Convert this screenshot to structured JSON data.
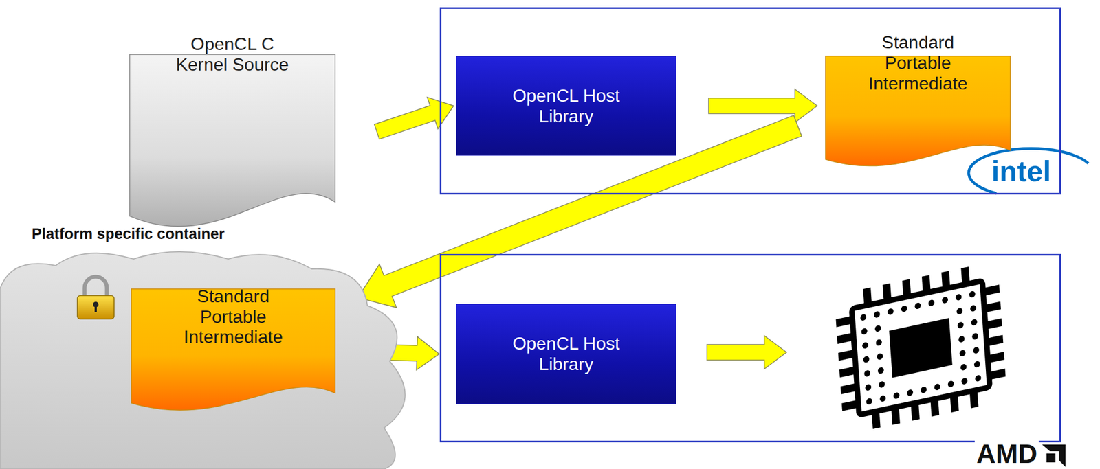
{
  "diagram": {
    "nodes": [
      {
        "text": [
          "OpenCL C Kernel Source"
        ]
      },
      {
        "text": [
          "intel"
        ]
      },
      {
        "text": [
          "OpenCL Host Library"
        ],
        "in": 1
      },
      {
        "text": [
          "Standard Portable Intermediate"
        ],
        "in": 1
      },
      {
        "text": [
          "Platform specific container"
        ]
      },
      {
        "text": [
          "Standard Portable Intermediate"
        ],
        "in": 4
      },
      {
        "text": [
          "AMD"
        ]
      },
      {
        "text": [
          "OpenCL Host Library"
        ],
        "in": 6
      }
    ],
    "edges": [
      {
        "from": 0,
        "to": 2,
        "arrow": "to"
      },
      {
        "from": 2,
        "to": 3,
        "arrow": "to"
      },
      {
        "from": 3,
        "to": 5,
        "arrow": "to"
      },
      {
        "from": 5,
        "to": 7,
        "arrow": "to"
      }
    ]
  }
}
